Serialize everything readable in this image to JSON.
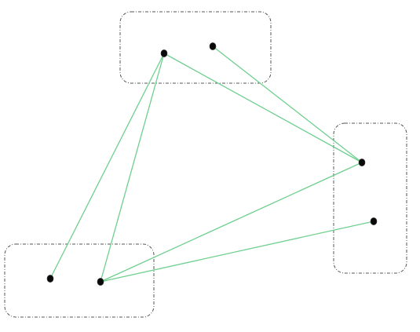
{
  "diagram": {
    "groups": [
      {
        "id": "group-top"
      },
      {
        "id": "group-right"
      },
      {
        "id": "group-bottom-left"
      }
    ],
    "nodes": [
      {
        "id": "top-a",
        "group": "group-top"
      },
      {
        "id": "top-b",
        "group": "group-top"
      },
      {
        "id": "right-a",
        "group": "group-right"
      },
      {
        "id": "right-b",
        "group": "group-right"
      },
      {
        "id": "bottom-a",
        "group": "group-bottom-left"
      },
      {
        "id": "bottom-b",
        "group": "group-bottom-left"
      }
    ],
    "edges": [
      {
        "from": "top-a",
        "to": "right-a"
      },
      {
        "from": "top-b",
        "to": "right-a"
      },
      {
        "from": "top-a",
        "to": "bottom-a"
      },
      {
        "from": "top-a",
        "to": "bottom-b"
      },
      {
        "from": "right-a",
        "to": "bottom-b"
      },
      {
        "from": "right-b",
        "to": "bottom-b"
      }
    ],
    "colors": {
      "edge": "#6fcf8f",
      "node": "#0a0a0a",
      "group_border": "#555555",
      "background": "#ffffff"
    }
  }
}
